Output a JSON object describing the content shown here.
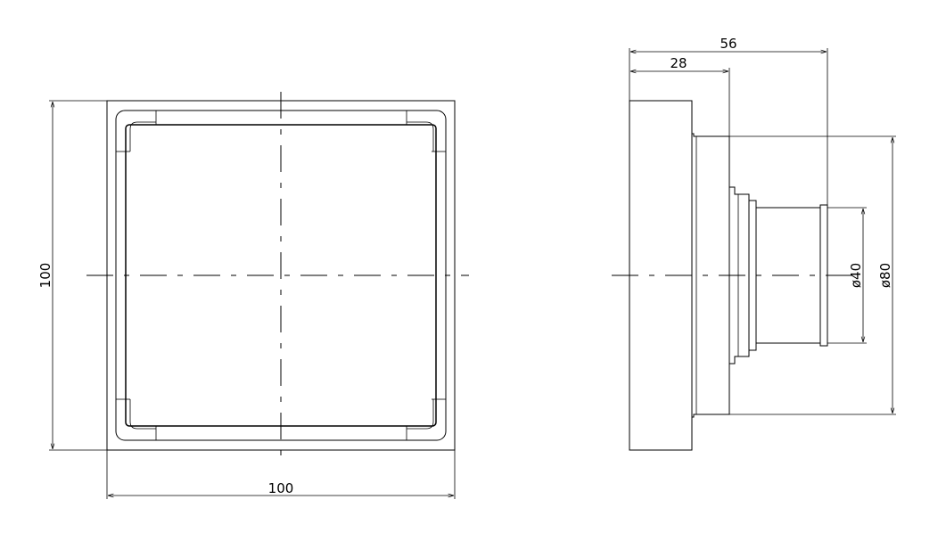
{
  "front_view": {
    "width_dim": "100",
    "height_dim": "100"
  },
  "side_view": {
    "depth_total_dim": "56",
    "depth_partial_dim": "28",
    "small_diameter_dim": "ø40",
    "large_diameter_dim": "ø80"
  }
}
